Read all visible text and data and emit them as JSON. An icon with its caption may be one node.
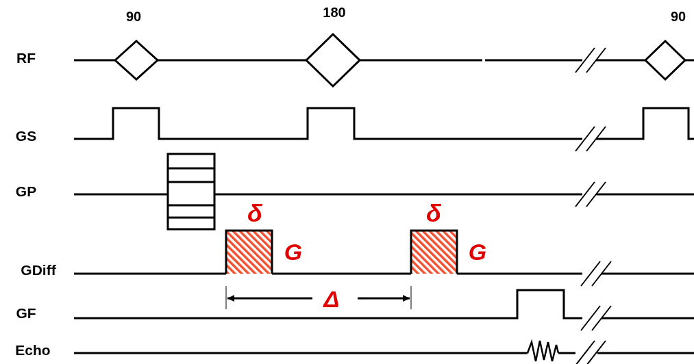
{
  "diagram": {
    "labels": [
      "90",
      "180",
      "90",
      "RF",
      "GS",
      "GP",
      "δ",
      "δ",
      "G",
      "G",
      "GDiff",
      "Δ",
      "GF",
      "Echo"
    ]
  }
}
